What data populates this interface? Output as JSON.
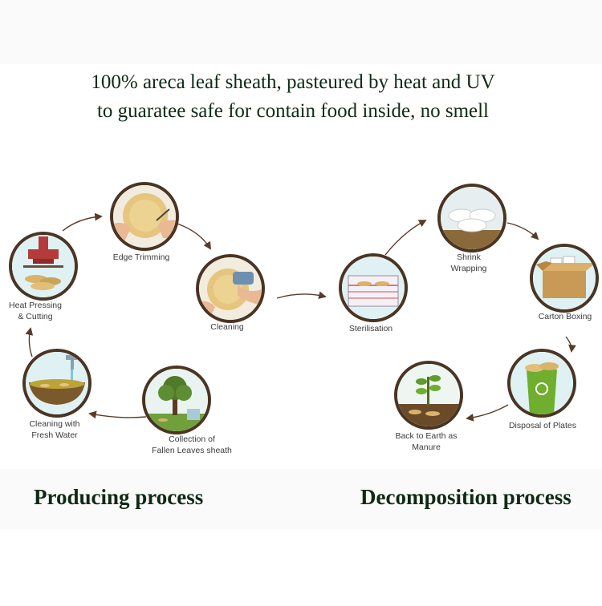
{
  "headline": {
    "line1": "100% areca leaf sheath, pasteured by heat and UV",
    "line2": "to guaratee safe for contain food inside, no smell"
  },
  "producing": {
    "title": "Producing process",
    "steps": {
      "heat_pressing": "Heat Pressing\n& Cutting",
      "edge_trimming": "Edge Trimming",
      "cleaning": "Cleaning",
      "collection": "Collection of\nFallen Leaves sheath",
      "cleaning_water": "Cleaning with\nFresh Water"
    }
  },
  "decomposition": {
    "title": "Decomposition process",
    "steps": {
      "sterilisation": "Sterilisation",
      "shrink": "Shrink\nWrapping",
      "carton": "Carton Boxing",
      "disposal": "Disposal of Plates",
      "back_to_earth": "Back to Earth as\nManure"
    }
  },
  "colors": {
    "ring": "#4a3424",
    "arrow": "#5a3b28",
    "circle_fill": "#dff1f2",
    "title_text": "#0f2a14"
  }
}
